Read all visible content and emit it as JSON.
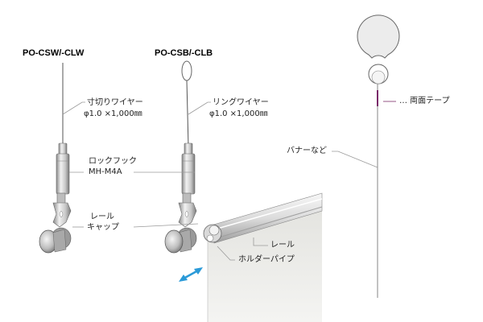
{
  "products": {
    "left_code": "PO-CSW/-CLW",
    "right_code": "PO-CSB/-CLB"
  },
  "labels": {
    "cut_wire": "寸切りワイヤー",
    "cut_wire_spec": "φ1.0 ×1,000㎜",
    "ring_wire": "リングワイヤー",
    "ring_wire_spec": "φ1.0 ×1,000㎜",
    "lock_hook": "ロックフック",
    "lock_hook_model": "MH-M4A",
    "rail_cap_line1": "レール",
    "rail_cap_line2": "キャップ",
    "rail": "レール",
    "holder_pipe": "ホルダーパイプ",
    "banner": "バナーなど",
    "double_tape": "… 両面テープ"
  },
  "colors": {
    "tape_accent": "#7a2a6a",
    "arrow": "#2a9ad8",
    "metal_light": "#e6e6e6",
    "metal_dark": "#8a8a8a",
    "line": "#9a9a9a"
  }
}
